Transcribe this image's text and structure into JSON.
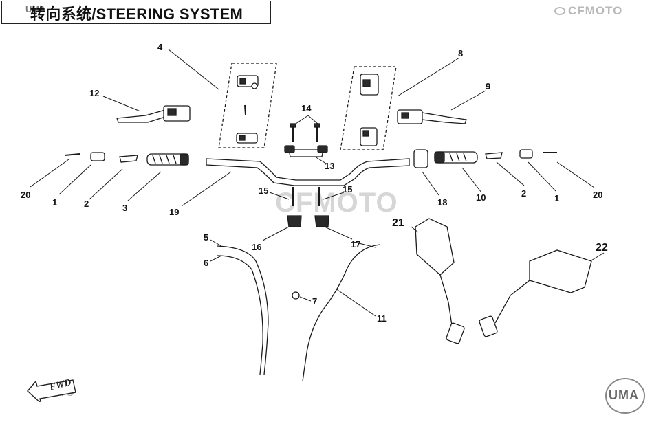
{
  "header": {
    "title": "转向系统/STEERING SYSTEM",
    "logo_small": "UMA"
  },
  "brand": {
    "top_right": "CFMOTO",
    "bottom_left": "MOTO",
    "center_watermark": "CFMOTO",
    "corner_logo": "UMA"
  },
  "fwd_marker": "FWD",
  "callouts": {
    "c1a": "1",
    "c1b": "1",
    "c2a": "2",
    "c2b": "2",
    "c3": "3",
    "c4": "4",
    "c5": "5",
    "c6": "6",
    "c7": "7",
    "c8": "8",
    "c9": "9",
    "c10": "10",
    "c11": "11",
    "c12": "12",
    "c13": "13",
    "c14": "14",
    "c15a": "15",
    "c15b": "15",
    "c16": "16",
    "c17": "17",
    "c18": "18",
    "c19": "19",
    "c20a": "20",
    "c20b": "20",
    "c21": "21",
    "c22": "22"
  },
  "colors": {
    "line": "#1a1a1a",
    "part_fill": "#ffffff",
    "dark_fill": "#2a2a2a",
    "watermark": "#c9c9c9"
  }
}
